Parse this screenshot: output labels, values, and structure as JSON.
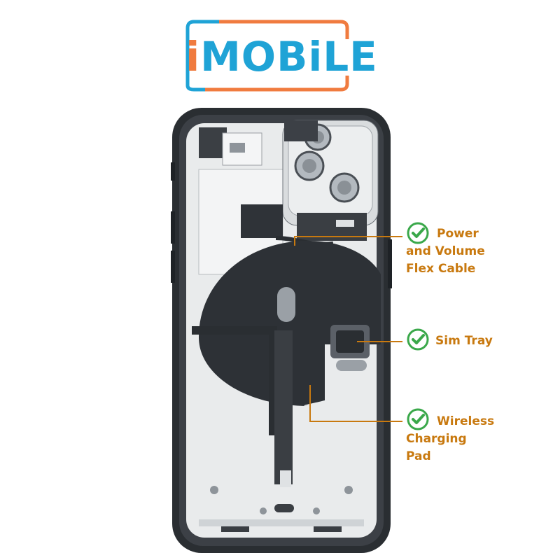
{
  "logo": {
    "part1": "i",
    "part2": "MOBiLE",
    "accent_orange": "#f07b3f",
    "accent_blue": "#1fa3d6"
  },
  "colors": {
    "callout_text": "#c8790f",
    "check_green": "#3aa84a"
  },
  "callouts": [
    {
      "icon": "check-circle-icon",
      "label": "Power\nand Volume\nFlex Cable"
    },
    {
      "icon": "check-circle-icon",
      "label": "Sim Tray"
    },
    {
      "icon": "check-circle-icon",
      "label": "Wireless\nCharging\nPad"
    }
  ]
}
